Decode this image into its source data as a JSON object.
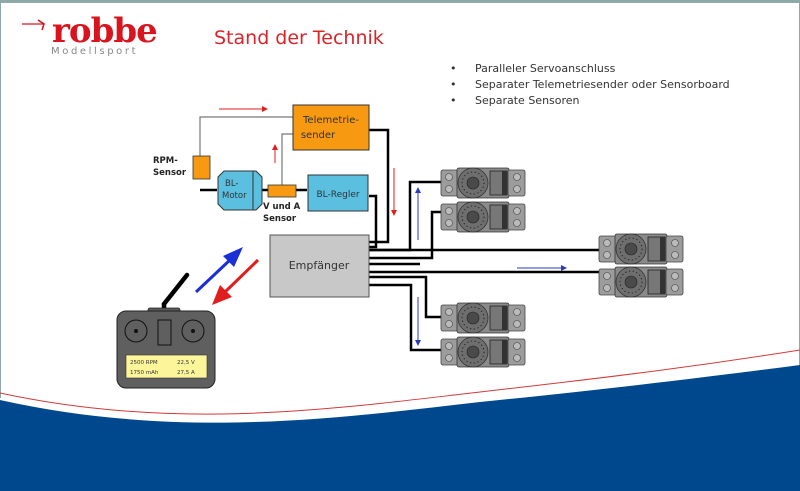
{
  "logo": {
    "brand": "robbe",
    "subtitle": "Modellsport"
  },
  "title": "Stand der Technik",
  "bullets": [
    "Paralleler Servoanschluss",
    "Separater Telemetriesender oder Sensorboard",
    "Separate Sensoren"
  ],
  "diagram": {
    "telemetry_sender": "Telemetrie-\nsender",
    "telemetry_sender_line1": "Telemetrie-",
    "telemetry_sender_line2": "sender",
    "rpm_sensor_line1": "RPM-",
    "rpm_sensor_line2": "Sensor",
    "motor_line1": "BL-",
    "motor_line2": "Motor",
    "va_sensor_line1": "V und A",
    "va_sensor_line2": "Sensor",
    "controller": "BL-Regler",
    "receiver": "Empfänger",
    "transmitter_display": {
      "rpm": "2500 RPM",
      "voltage": "22,5 V",
      "capacity": "1750 mAh",
      "current": "27,5 A"
    },
    "servo_count": 6
  },
  "colors": {
    "brand_red": "#d9141e",
    "orange": "#f79a12",
    "light_blue": "#5bbfe0",
    "receiver_gray": "#c8c8c8",
    "footer_blue": "#00488e",
    "lcd_yellow": "#fdf59a",
    "uplink_blue": "#1a2fd6",
    "downlink_red": "#e01e1e"
  }
}
